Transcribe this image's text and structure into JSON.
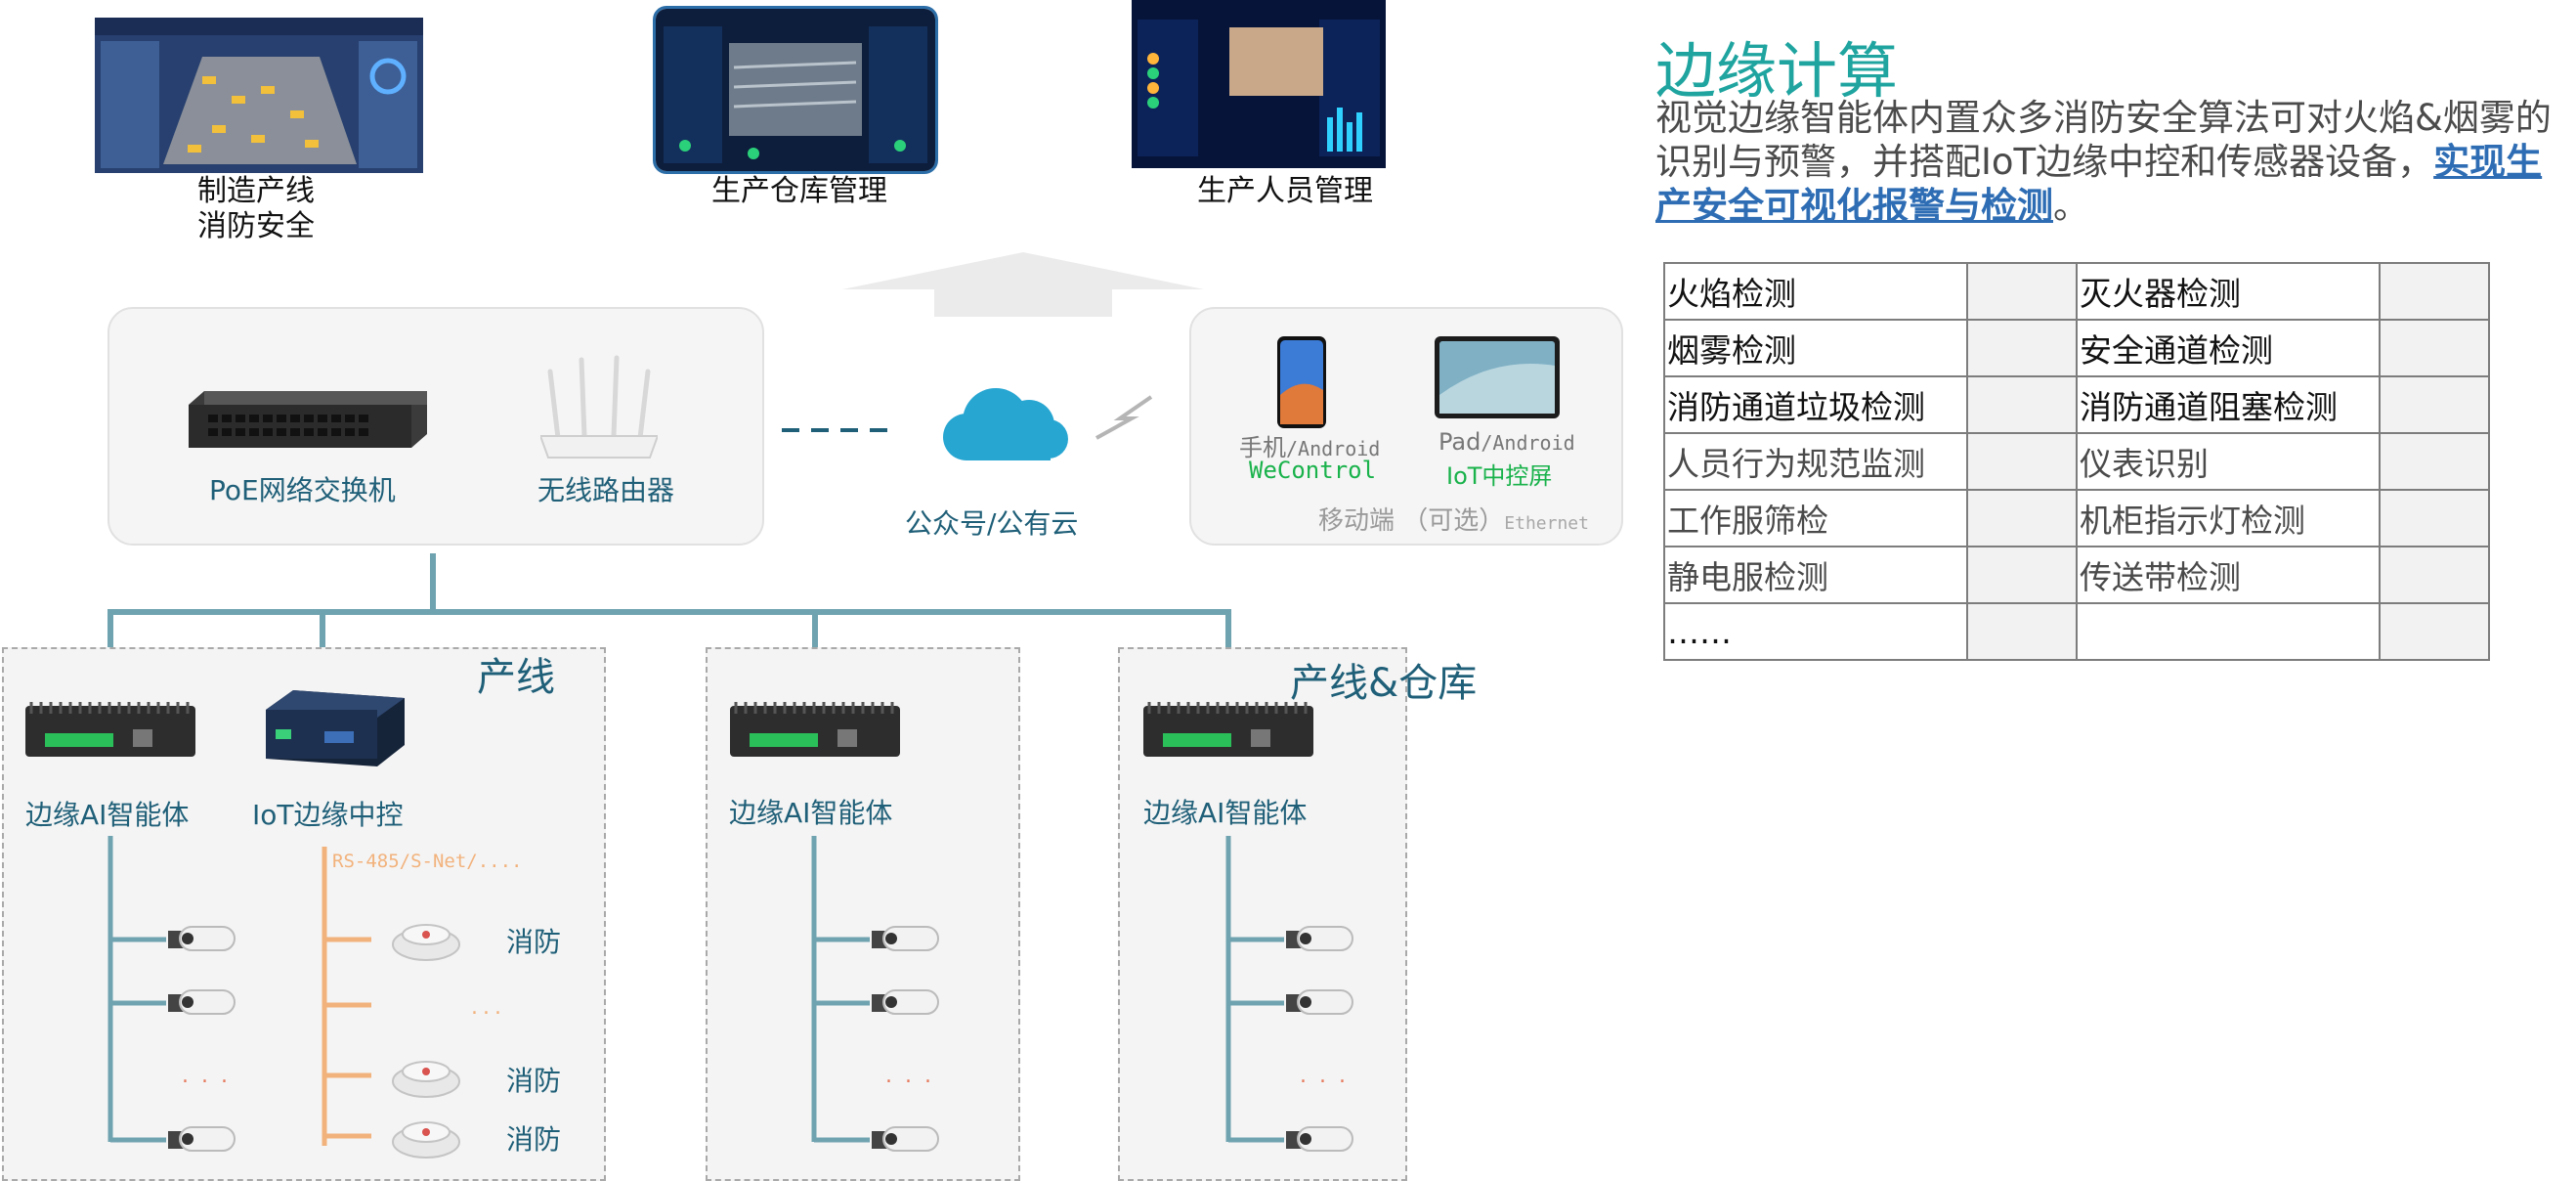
{
  "screens": [
    {
      "label_line1": "制造产线",
      "label_line2": "消防安全"
    },
    {
      "label": "生产仓库管理"
    },
    {
      "label": "生产人员管理"
    }
  ],
  "network": {
    "switch_label": "PoE网络交换机",
    "router_label": "无线路由器",
    "cloud_label": "公众号/公有云"
  },
  "mobile": {
    "phone_label_main": "手机",
    "phone_label_os": "/Android",
    "phone_app": "WeControl",
    "pad_label_main": "Pad",
    "pad_label_os": "/Android",
    "pad_app": "IoT中控屏",
    "footer_main": "移动端 （可选）",
    "footer_sub": "Ethernet"
  },
  "zones": [
    {
      "title": "产线",
      "device1": "边缘AI智能体",
      "device2": "IoT边缘中控",
      "protocol": "RS-485/S-Net/....",
      "sensors": [
        "消防",
        "消防",
        "消防"
      ],
      "dots": "...",
      "dots2": ". . ."
    },
    {
      "title": "",
      "device1": "边缘AI智能体",
      "dots": ". . ."
    },
    {
      "title": "产线&仓库",
      "device1": "边缘AI智能体",
      "dots": ". . ."
    }
  ],
  "edge": {
    "title": "边缘计算",
    "desc_plain": "视觉边缘智能体内置众多消防安全算法可对火焰&烟雾的识别与预警，并搭配IoT边缘中控和传感器设备，",
    "desc_link": "实现生产安全可视化报警与检测",
    "desc_end": "。",
    "table": [
      [
        "火焰检测",
        "",
        "灭火器检测",
        ""
      ],
      [
        "烟雾检测",
        "",
        "安全通道检测",
        ""
      ],
      [
        "消防通道垃圾检测",
        "",
        "消防通道阻塞检测",
        ""
      ],
      [
        "人员行为规范监测",
        "",
        "仪表识别",
        ""
      ],
      [
        "工作服筛检",
        "",
        "机柜指示灯检测",
        ""
      ],
      [
        "静电服检测",
        "",
        "传送带检测",
        ""
      ],
      [
        "……",
        "",
        "",
        ""
      ]
    ]
  },
  "colors": {
    "line": "#6fa3b0",
    "orange": "#f2b27c",
    "accent": "#1fa4a0",
    "text": "#1f5f78"
  }
}
